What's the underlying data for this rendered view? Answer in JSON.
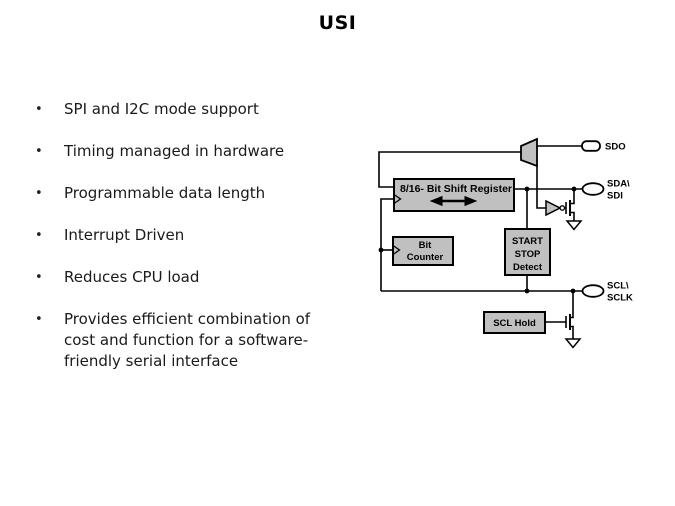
{
  "slide": {
    "title": "USI",
    "bullet_marker": "•",
    "bullets": [
      "SPI and I2C mode support",
      "Timing managed in hardware",
      "Programmable data length",
      "Interrupt Driven",
      "Reduces CPU load",
      "Provides efficient combination of cost and function for a software-friendly serial interface"
    ]
  },
  "diagram": {
    "shift_register": {
      "label": "8/16- Bit Shift Register"
    },
    "bit_counter": {
      "line1": "Bit",
      "line2": "Counter"
    },
    "start_stop_detect": {
      "line1": "START",
      "line2": "STOP",
      "line3": "Detect"
    },
    "scl_hold": {
      "label": "SCL Hold"
    },
    "pins": {
      "sdo": "SDO",
      "sda_line1": "SDA\\",
      "sda_line2": "SDI",
      "scl_line1": "SCL\\",
      "scl_line2": "SCLK"
    },
    "colors": {
      "block_fill": "#c0c0c0",
      "line": "#000000",
      "background": "#ffffff"
    }
  }
}
